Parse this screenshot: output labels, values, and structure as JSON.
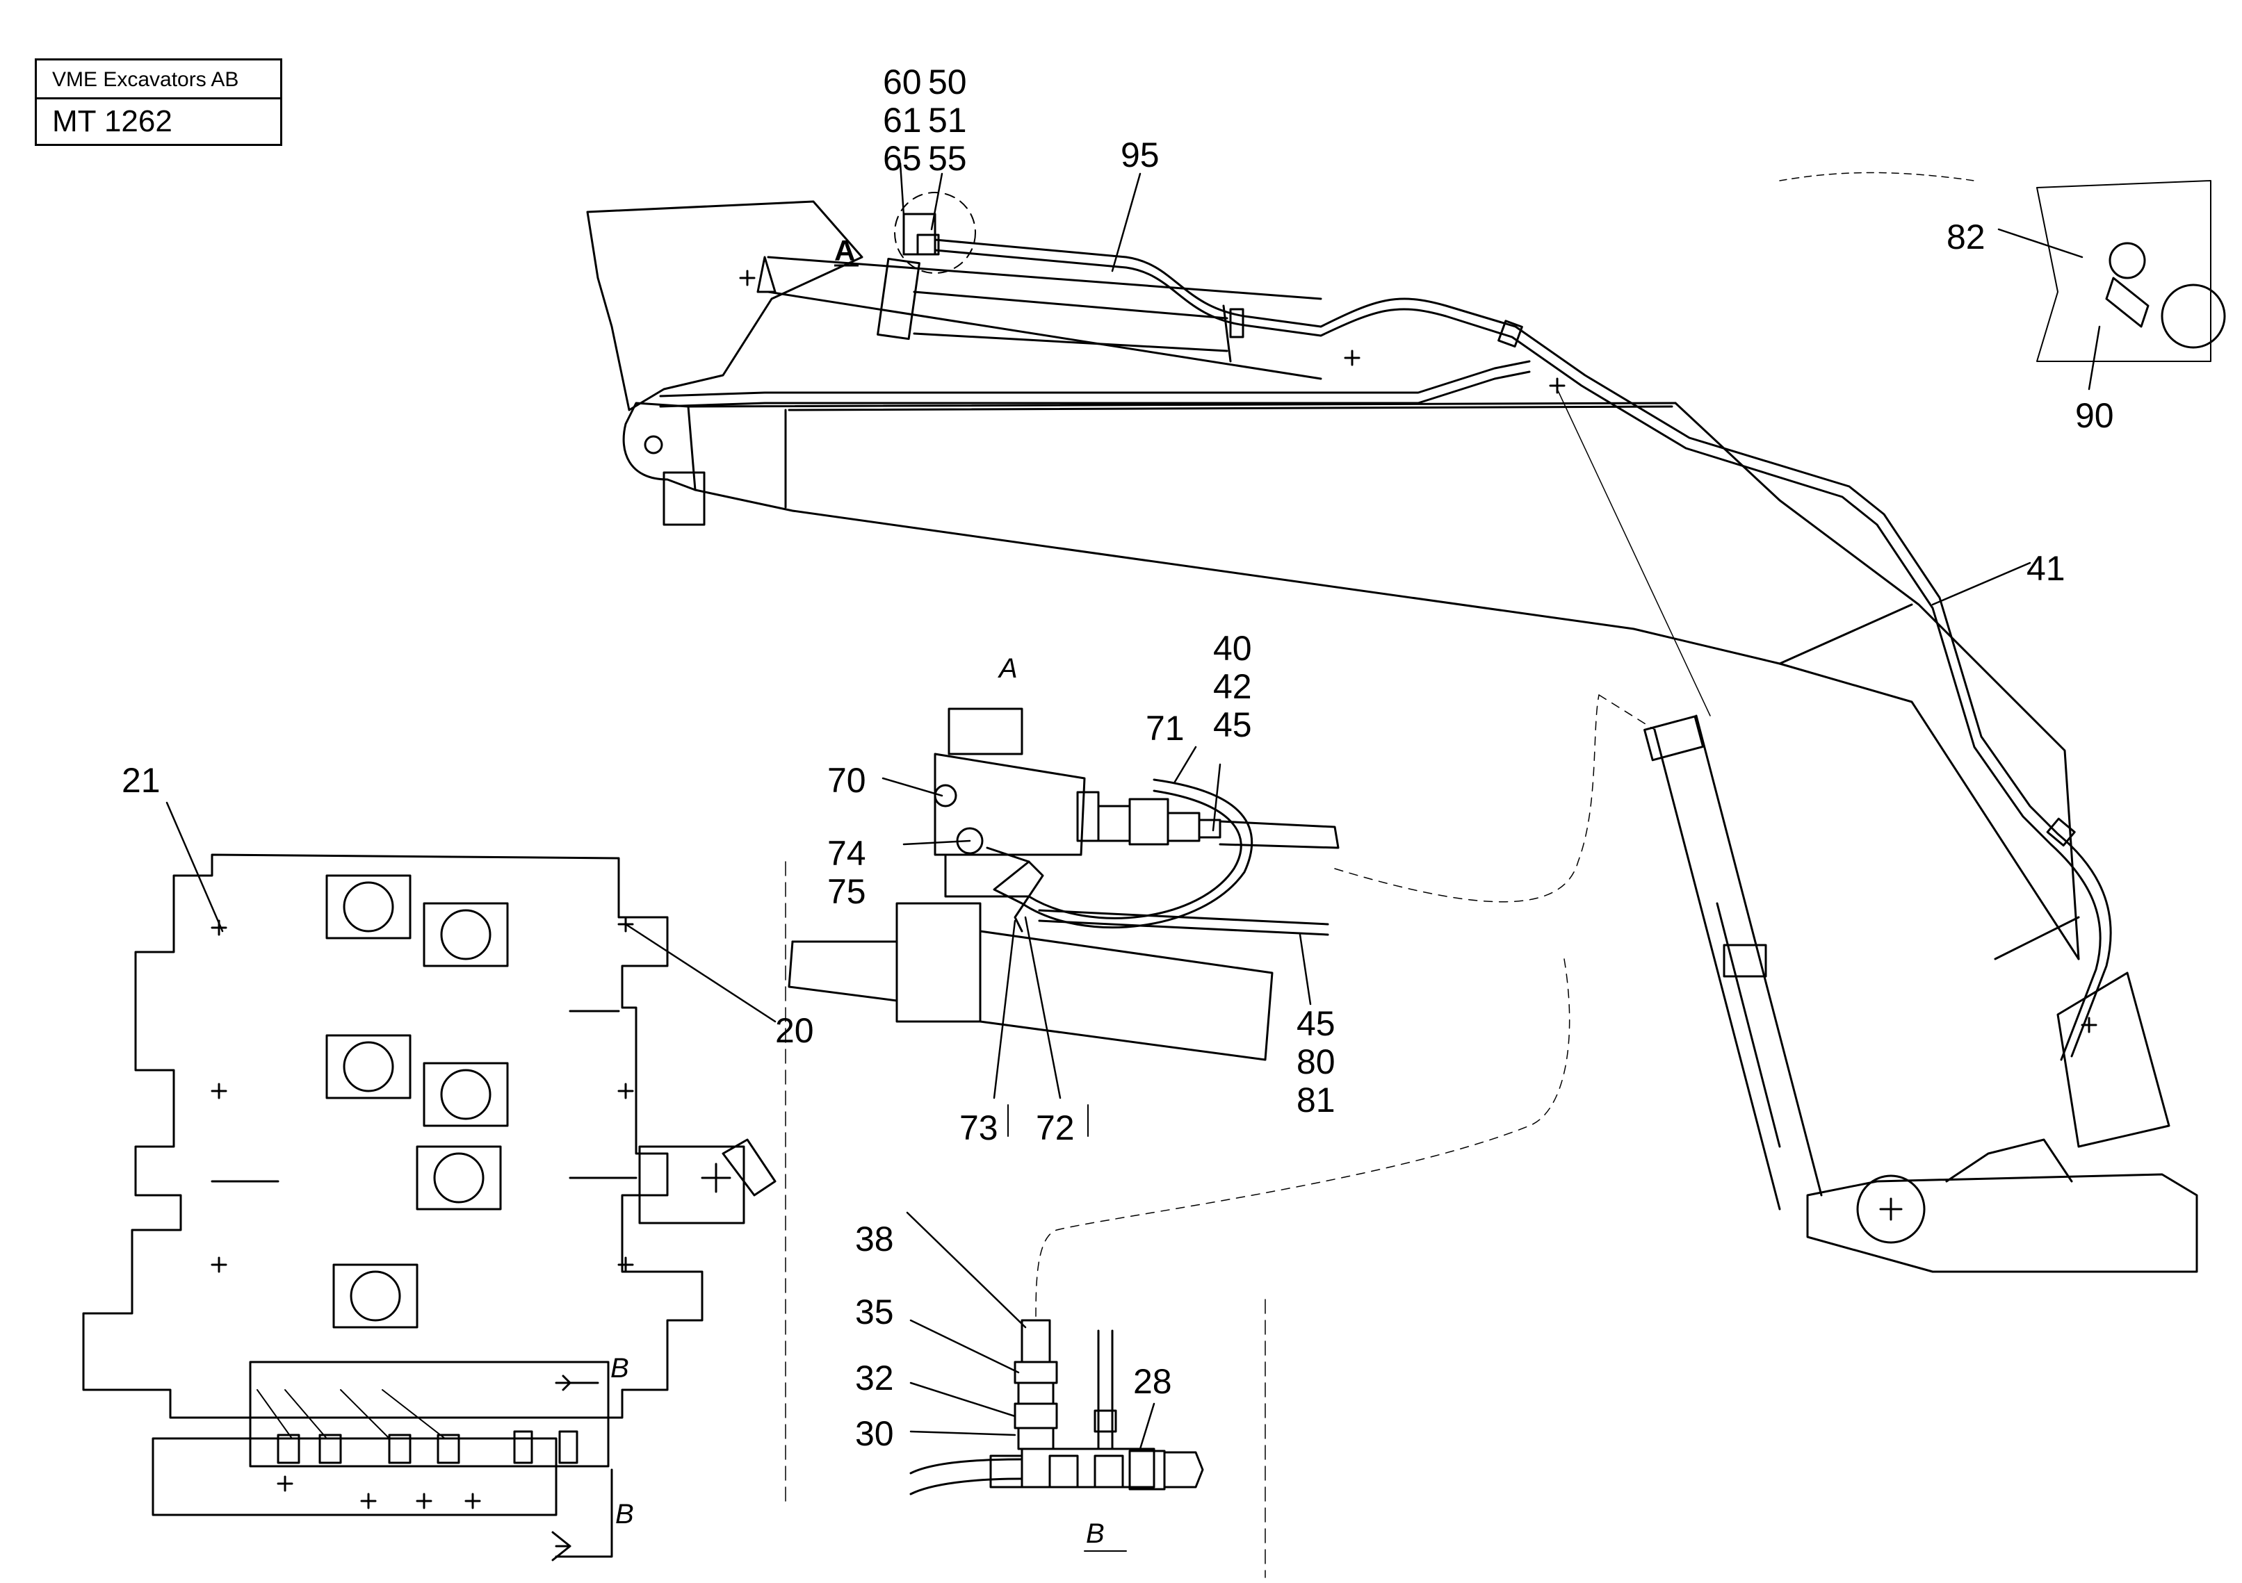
{
  "title_block": {
    "company": "VME Excavators AB",
    "drawing_number": "MT 1262"
  },
  "view_labels": {
    "a_main": "A",
    "a_detail": "A",
    "b_arrow_top": "B",
    "b_arrow_bottom": "B",
    "b_detail": "B"
  },
  "callouts": {
    "c60": "60",
    "c61": "61",
    "c65": "65",
    "c50": "50",
    "c51": "51",
    "c55": "55",
    "c95": "95",
    "c82": "82",
    "c90": "90",
    "c41": "41",
    "c40": "40",
    "c42": "42",
    "c45a": "45",
    "c71": "71",
    "c70": "70",
    "c74": "74",
    "c75": "75",
    "c45b": "45",
    "c80": "80",
    "c81": "81",
    "c73": "73",
    "c72": "72",
    "c21": "21",
    "c20": "20",
    "c38": "38",
    "c35": "35",
    "c32": "32",
    "c30": "30",
    "c28": "28"
  }
}
